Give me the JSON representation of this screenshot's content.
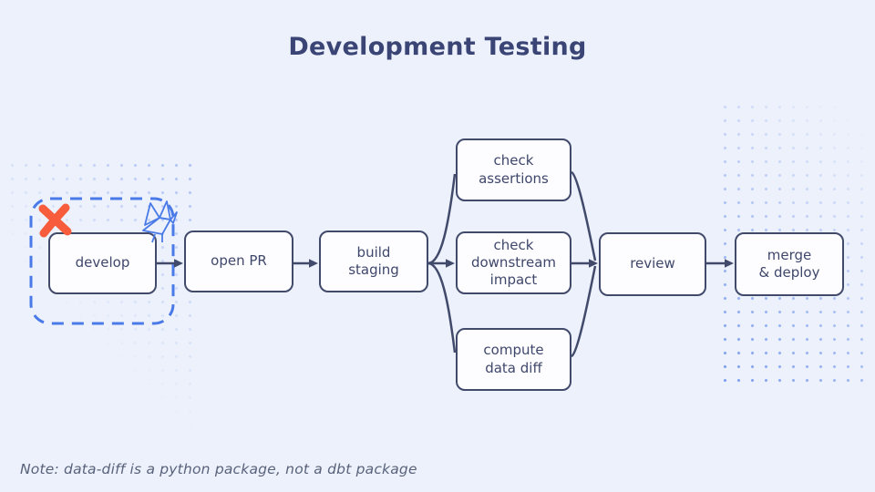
{
  "title": "Development Testing",
  "note": "Note: data-diff is a python package, not a dbt package",
  "nodes": [
    {
      "id": "develop",
      "label": "develop"
    },
    {
      "id": "open-pr",
      "label": "open PR"
    },
    {
      "id": "build-staging",
      "label": "build\nstaging"
    },
    {
      "id": "check-assertions",
      "label": "check\nassertions"
    },
    {
      "id": "check-downstream-impact",
      "label": "check\ndownstream\nimpact"
    },
    {
      "id": "compute-data-diff",
      "label": "compute\ndata diff"
    },
    {
      "id": "review",
      "label": "review"
    },
    {
      "id": "merge-deploy",
      "label": "merge\n& deploy"
    }
  ],
  "edges": [
    {
      "from": "develop",
      "to": "open-pr"
    },
    {
      "from": "open-pr",
      "to": "build-staging"
    },
    {
      "from": "build-staging",
      "to": "check-assertions"
    },
    {
      "from": "build-staging",
      "to": "check-downstream-impact"
    },
    {
      "from": "build-staging",
      "to": "compute-data-diff"
    },
    {
      "from": "check-assertions",
      "to": "review"
    },
    {
      "from": "check-downstream-impact",
      "to": "review"
    },
    {
      "from": "compute-data-diff",
      "to": "review"
    },
    {
      "from": "review",
      "to": "merge-deploy"
    }
  ],
  "icons": {
    "x_mark": "scribble-x-icon",
    "bird": "origami-crane-icon"
  },
  "colors": {
    "background": "#ecf1fb",
    "box_border": "#414a6b",
    "box_fill": "#fdfdff",
    "box_text": "#3f476b",
    "title_text": "#3a4475",
    "note_text": "#59627b",
    "accent_blue": "#4a7ae8",
    "accent_orange": "#f75d3c",
    "dot_blue": "#4f7bea"
  }
}
